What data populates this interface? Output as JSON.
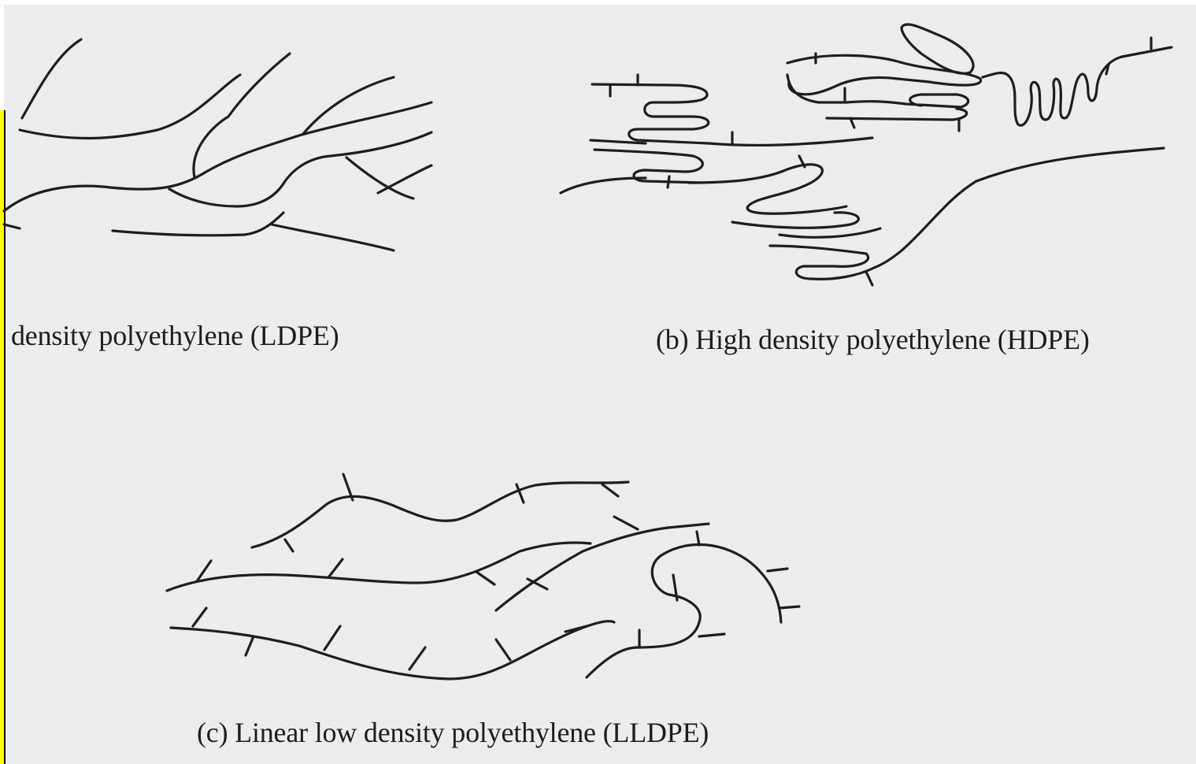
{
  "captions": {
    "ldpe": "density polyethylene (LDPE)",
    "hdpe": "(b) High density polyethylene (HDPE)",
    "lldpe": "(c) Linear low density polyethylene (LLDPE)"
  },
  "colors": {
    "paper": "#ececec",
    "ink": "#1e1e1e",
    "highlight_bar": "#ffff00"
  }
}
